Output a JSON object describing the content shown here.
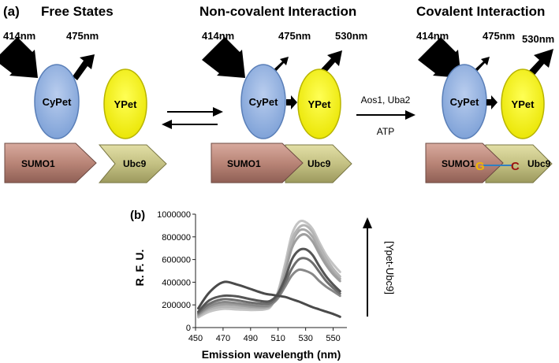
{
  "panel_a": {
    "label": "(a)",
    "states": {
      "free": "Free States",
      "noncov": "Non-covalent Interaction",
      "cov": "Covalent Interaction"
    },
    "wavelengths": {
      "excite": "414nm",
      "cyan": "475nm",
      "yellow": "530nm"
    },
    "proteins": {
      "cypet": "CyPet",
      "ypet": "YPet",
      "sumo1": "SUMO1",
      "ubc9": "Ubc9"
    },
    "bond": {
      "g": "G",
      "c": "C"
    },
    "reaction": {
      "enzymes": "Aos1, Uba2",
      "cofactor": "ATP"
    },
    "colors": {
      "cypet": "#8fb0dd",
      "ypet": "#f6f200",
      "sumo1": "#c28e80",
      "ubc9": "#c9c68a",
      "bond_g": "#f2b600",
      "bond_c": "#9a1111",
      "bond_line": "#2f7fc1"
    }
  },
  "panel_b": {
    "label": "(b)",
    "arrow_label": "[Ypet-Ubc9]",
    "chart_data": {
      "type": "line",
      "xlabel": "Emission wavelength (nm)",
      "ylabel": "R. F. U.",
      "xlim": [
        450,
        560
      ],
      "ylim": [
        0,
        1000000
      ],
      "xticks": [
        "450",
        "470",
        "490",
        "510",
        "530",
        "550"
      ],
      "yticks": [
        "0",
        "200000",
        "400000",
        "600000",
        "800000",
        "1000000"
      ],
      "grid": false,
      "x": [
        452,
        460,
        470,
        480,
        490,
        500,
        505,
        510,
        515,
        520,
        525,
        530,
        535,
        540,
        545,
        550,
        555
      ],
      "series": [
        {
          "color": "#4a4a4a",
          "width": 3,
          "values": [
            170000,
            310000,
            400000,
            380000,
            340000,
            300000,
            290000,
            280000,
            270000,
            250000,
            230000,
            205000,
            180000,
            160000,
            140000,
            120000,
            95000
          ]
        },
        {
          "color": "#555555",
          "width": 3,
          "values": [
            140000,
            240000,
            280000,
            275000,
            250000,
            230000,
            240000,
            300000,
            430000,
            600000,
            680000,
            690000,
            640000,
            540000,
            450000,
            380000,
            320000
          ]
        },
        {
          "color": "#6e6e6e",
          "width": 3,
          "values": [
            130000,
            210000,
            250000,
            240000,
            220000,
            210000,
            220000,
            280000,
            390000,
            520000,
            600000,
            610000,
            570000,
            490000,
            410000,
            350000,
            300000
          ]
        },
        {
          "color": "#888888",
          "width": 3,
          "values": [
            120000,
            190000,
            225000,
            215000,
            200000,
            190000,
            205000,
            260000,
            360000,
            460000,
            510000,
            500000,
            470000,
            410000,
            360000,
            320000,
            280000
          ]
        },
        {
          "color": "#9e9e9e",
          "width": 3,
          "values": [
            110000,
            175000,
            205000,
            200000,
            185000,
            180000,
            200000,
            290000,
            480000,
            700000,
            800000,
            820000,
            760000,
            650000,
            550000,
            470000,
            410000
          ]
        },
        {
          "color": "#b4b4b4",
          "width": 3,
          "values": [
            100000,
            160000,
            185000,
            180000,
            170000,
            170000,
            195000,
            310000,
            520000,
            770000,
            880000,
            900000,
            840000,
            720000,
            610000,
            520000,
            450000
          ]
        },
        {
          "color": "#c4c4c4",
          "width": 3,
          "values": [
            90000,
            140000,
            165000,
            160000,
            155000,
            160000,
            190000,
            320000,
            560000,
            820000,
            930000,
            930000,
            870000,
            750000,
            640000,
            560000,
            490000
          ]
        },
        {
          "color": "#a8a8a8",
          "width": 3,
          "values": [
            95000,
            150000,
            175000,
            172000,
            162000,
            165000,
            198000,
            305000,
            500000,
            740000,
            850000,
            860000,
            800000,
            690000,
            580000,
            500000,
            430000
          ]
        }
      ]
    }
  }
}
